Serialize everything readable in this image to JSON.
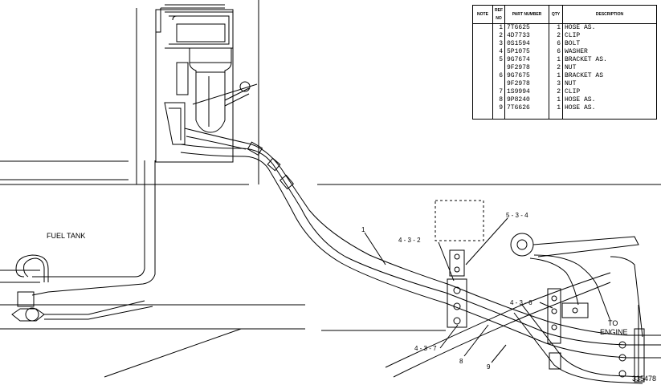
{
  "labels": {
    "fuel_tank": "FUEL TANK",
    "to_engine_1": "TO",
    "to_engine_2": "ENGINE",
    "figure_number": "335478"
  },
  "callouts": [
    "1",
    "4 - 3 - 2",
    "5 - 3 - 4",
    "4 - 3 - 6",
    "4 - 3 - 7",
    "8",
    "9"
  ],
  "parts_table": {
    "headers": [
      "NOTE",
      "REF NO",
      "PART NUMBER",
      "QTY",
      "DESCRIPTION"
    ],
    "rows": [
      {
        "note": "",
        "ref": "1",
        "part": "7T6625",
        "qty": "1",
        "desc": "HOSE AS."
      },
      {
        "note": "",
        "ref": "2",
        "part": "4D7733",
        "qty": "2",
        "desc": "CLIP"
      },
      {
        "note": "",
        "ref": "3",
        "part": "0S1594",
        "qty": "6",
        "desc": "BOLT"
      },
      {
        "note": "",
        "ref": "4",
        "part": "5P1075",
        "qty": "6",
        "desc": "WASHER"
      },
      {
        "note": "",
        "ref": "5",
        "part": "9G7674",
        "qty": "1",
        "desc": "BRACKET AS."
      },
      {
        "note": "",
        "ref": "",
        "part": "9F2978",
        "qty": "2",
        "desc": "  NUT"
      },
      {
        "note": "",
        "ref": "6",
        "part": "9G7675",
        "qty": "1",
        "desc": "BRACKET AS"
      },
      {
        "note": "",
        "ref": "",
        "part": "9F2978",
        "qty": "3",
        "desc": "  NUT"
      },
      {
        "note": "",
        "ref": "7",
        "part": "1S9994",
        "qty": "2",
        "desc": "CLIP"
      },
      {
        "note": "",
        "ref": "8",
        "part": "9P8240",
        "qty": "1",
        "desc": "HOSE AS."
      },
      {
        "note": "",
        "ref": "9",
        "part": "7T6626",
        "qty": "1",
        "desc": "HOSE AS."
      }
    ]
  }
}
